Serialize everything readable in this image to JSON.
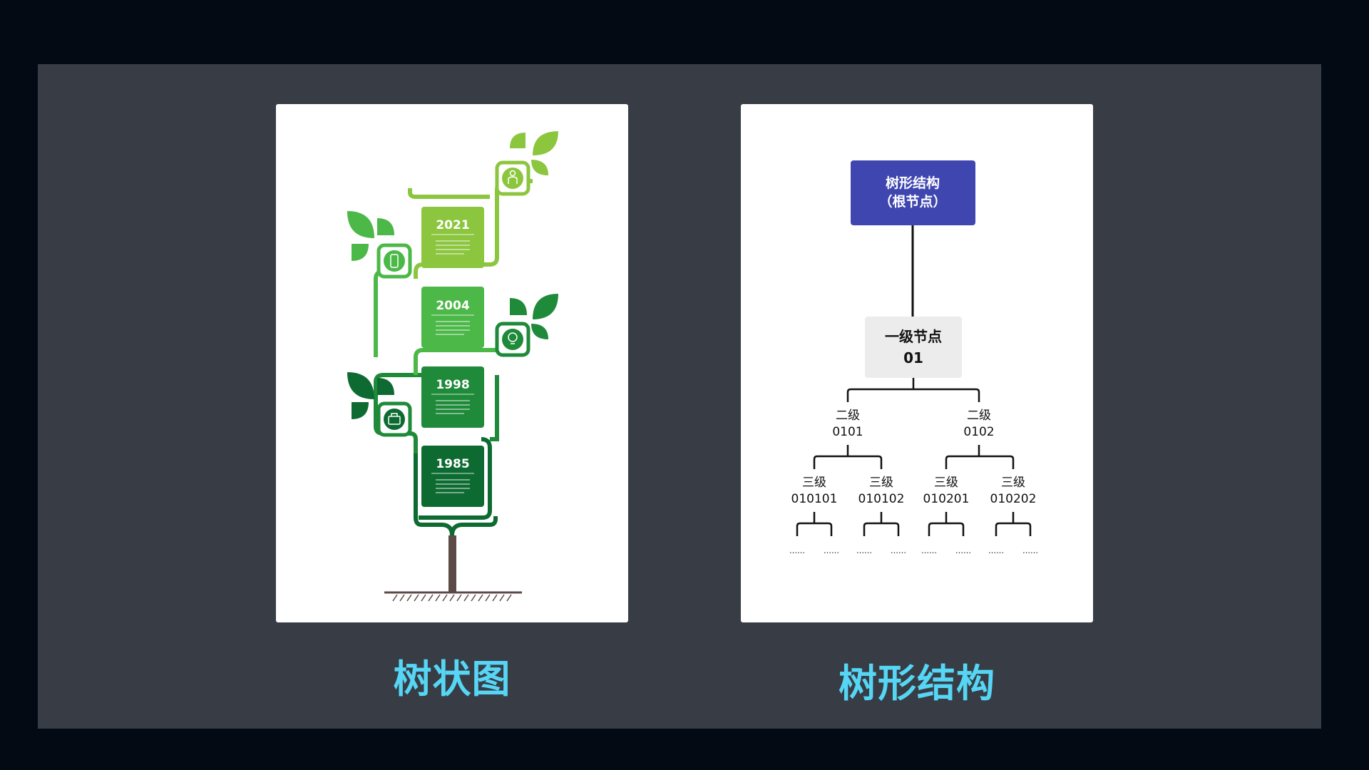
{
  "left_card": {
    "caption": "树状图",
    "years": [
      "2021",
      "2004",
      "1998",
      "1985"
    ]
  },
  "right_card": {
    "caption": "树形结构",
    "root": {
      "line1": "树形结构",
      "line2": "（根节点）"
    },
    "level1": {
      "line1": "一级节点",
      "line2": "01"
    },
    "level2": [
      {
        "line1": "二级",
        "line2": "0101"
      },
      {
        "line1": "二级",
        "line2": "0102"
      }
    ],
    "level3": [
      {
        "line1": "三级",
        "line2": "010101"
      },
      {
        "line1": "三级",
        "line2": "010102"
      },
      {
        "line1": "三级",
        "line2": "010201"
      },
      {
        "line1": "三级",
        "line2": "010202"
      }
    ],
    "ellipsis": "……"
  },
  "colors": {
    "page_bg": "#030a13",
    "stage_bg": "#373c45",
    "caption": "#56d6f4",
    "root_node": "#3f46b0",
    "level1_node": "#ececec",
    "green_light": "#8cc63f",
    "green_mid": "#4cb848",
    "green_dark": "#1e8a3a",
    "green_darkest": "#0d6b32",
    "trunk": "#5b4a45"
  }
}
